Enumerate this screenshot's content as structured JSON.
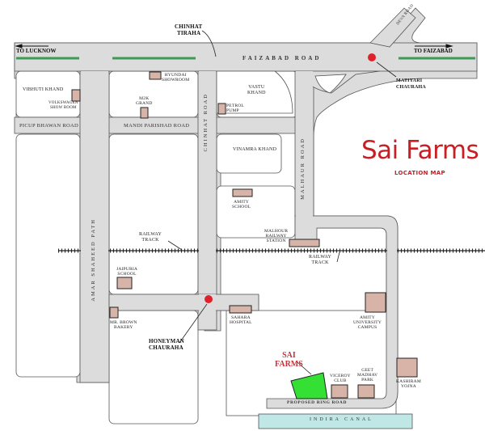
{
  "title": "Sai Farms",
  "subtitle": "LOCATION MAP",
  "directions": {
    "left": "TO LUCKNOW",
    "right": "TO FAIZABAD",
    "deva_road": "DEVA ROAD"
  },
  "roads": {
    "faizabad": "FAIZABAD ROAD",
    "pickup_bhawan": "PICUP BHAWAN ROAD",
    "mandi_parishad": "MANDI PARISHAD ROAD",
    "chinhat": "CHINHAT ROAD",
    "malhaur": "MALHAUR ROAD",
    "amar_shaheed": "AMAR SHAHEED PATH",
    "ring": "PROPOSED RING ROAD",
    "canal": "INDIRA CANAL"
  },
  "junctions": {
    "chinhat_tiraha": [
      "CHINHAT",
      "TIRAHA"
    ],
    "matiyari": [
      "MATIYARI",
      "CHAURAHA"
    ],
    "honeyman": [
      "HONEYMAN",
      "CHAURAHA"
    ]
  },
  "areas": {
    "vibhuti_khand": "VIBHUTI KHAND",
    "vastu_khand": [
      "VASTU",
      "KHAND"
    ],
    "vinamra_khand": "VINAMRA KHAND"
  },
  "landmarks": {
    "volkswagen": [
      "VOLKSWAGEN",
      "SHOW ROOM"
    ],
    "hyundai": [
      "HYUNDAI",
      "SHOWROOM"
    ],
    "m2k": [
      "M2K",
      "GRAND"
    ],
    "petrol": [
      "PETROL",
      "PUMP"
    ],
    "amity_school": [
      "AMITY",
      "SCHOOL"
    ],
    "malhour_station": [
      "MALHOUR",
      "RAILWAY",
      "STATION"
    ],
    "jaipuria": [
      "JAIPURIA",
      "SCHOOL"
    ],
    "mrbrown": [
      "MR. BROWN",
      "BAKERY"
    ],
    "sahara": [
      "SAHARA",
      "HOSPITAL"
    ],
    "amity_campus": [
      "AMITY",
      "UNIVERSITY",
      "CAMPUS"
    ],
    "viceroy": [
      "VICEROY",
      "CLUB"
    ],
    "geet_madhav": [
      "GEET",
      "MADHAV",
      "PARK"
    ],
    "kashiram": [
      "KASHIRAM",
      "YOJNA"
    ]
  },
  "railway": {
    "label1": [
      "RAILWAY",
      "TRACK"
    ],
    "label2": [
      "RAILWAY",
      "TRACK"
    ]
  },
  "site": {
    "label": [
      "SAI",
      "FARMS"
    ]
  },
  "colors": {
    "road": "#dcdcdc",
    "building": "#d8b4a8",
    "site": "#33e033",
    "marker": "#e0202a",
    "canal": "#bfe7e6",
    "median": "#3d9a55",
    "title": "#c81e24"
  }
}
